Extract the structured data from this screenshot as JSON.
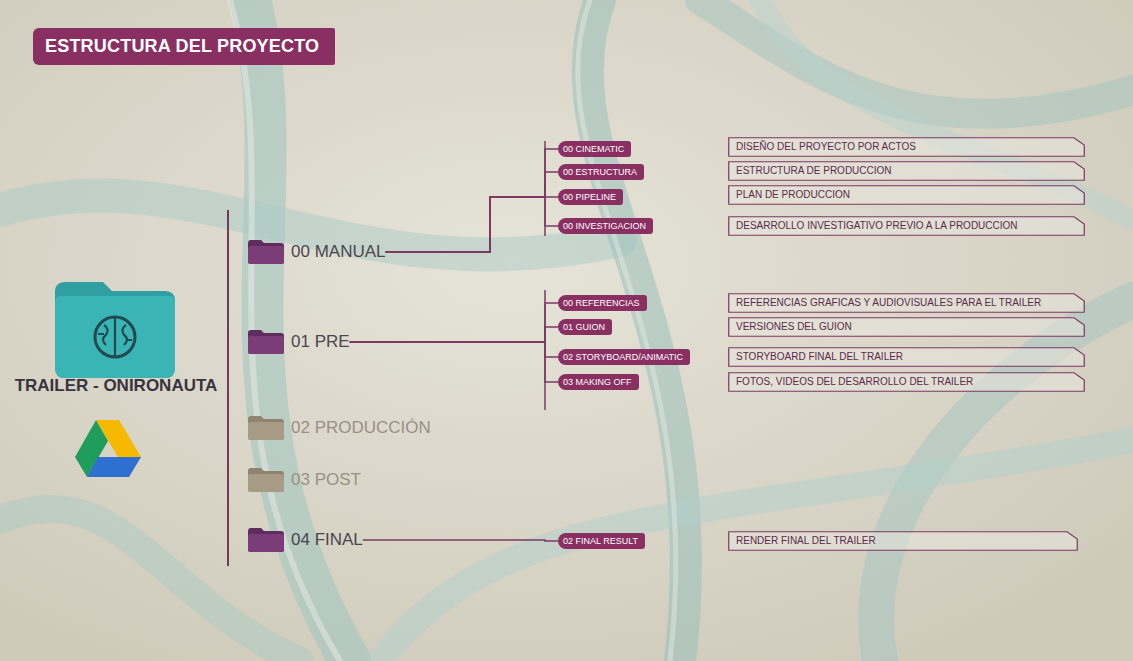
{
  "diagram": {
    "title": "ESTRUCTURA DEL PROYECTO",
    "nodes": [
      {
        "text": [
          "00 MANUAL"
        ]
      },
      {
        "text": [
          "01 PRE"
        ]
      },
      {
        "text": [
          "02 PRODUCCIÓN"
        ]
      },
      {
        "text": [
          "03 POST"
        ]
      },
      {
        "text": [
          "04 FINAL"
        ]
      },
      {
        "text": [
          "00 CINEMATIC"
        ]
      },
      {
        "text": [
          "DISEÑO DEL PROYECTO POR ACTOS"
        ]
      },
      {
        "text": [
          "00 ESTRUCTURA"
        ]
      },
      {
        "text": [
          "ESTRUCTURA DE PRODUCCION"
        ]
      },
      {
        "text": [
          "00 PIPELINE"
        ]
      },
      {
        "text": [
          "PLAN DE PRODUCCION"
        ]
      },
      {
        "text": [
          "00 INVESTIGACION"
        ]
      },
      {
        "text": [
          "DESARROLLO INVESTIGATIVO PREVIO A LA PRODUCCION"
        ]
      },
      {
        "text": [
          "00 REFERENCIAS"
        ]
      },
      {
        "text": [
          "REFERENCIAS GRAFICAS Y AUDIOVISUALES PARA EL TRAILER"
        ]
      },
      {
        "text": [
          "01 GUION"
        ]
      },
      {
        "text": [
          "VERSIONES DEL GUION"
        ]
      },
      {
        "text": [
          "02 STORYBOARD/ANIMATIC"
        ]
      },
      {
        "text": [
          "STORYBOARD FINAL DEL TRAILER"
        ]
      },
      {
        "text": [
          "03 MAKING OFF"
        ]
      },
      {
        "text": [
          "FOTOS, VIDEOS DEL DESARROLLO DEL TRAILER"
        ]
      },
      {
        "text": [
          "02 FINAL RESULT"
        ]
      },
      {
        "text": [
          "RENDER FINAL DEL TRAILER"
        ]
      }
    ],
    "edges": [
      {
        "from": 0,
        "to": 5,
        "arrow": "none"
      },
      {
        "from": 0,
        "to": 7,
        "arrow": "none"
      },
      {
        "from": 0,
        "to": 9,
        "arrow": "none"
      },
      {
        "from": 0,
        "to": 11,
        "arrow": "none"
      },
      {
        "from": 1,
        "to": 13,
        "arrow": "none"
      },
      {
        "from": 1,
        "to": 15,
        "arrow": "none"
      },
      {
        "from": 1,
        "to": 17,
        "arrow": "none"
      },
      {
        "from": 1,
        "to": 19,
        "arrow": "none"
      },
      {
        "from": 4,
        "to": 21,
        "arrow": "none"
      }
    ],
    "labels": [
      "TRAILER - ONIRONAUTA"
    ]
  }
}
